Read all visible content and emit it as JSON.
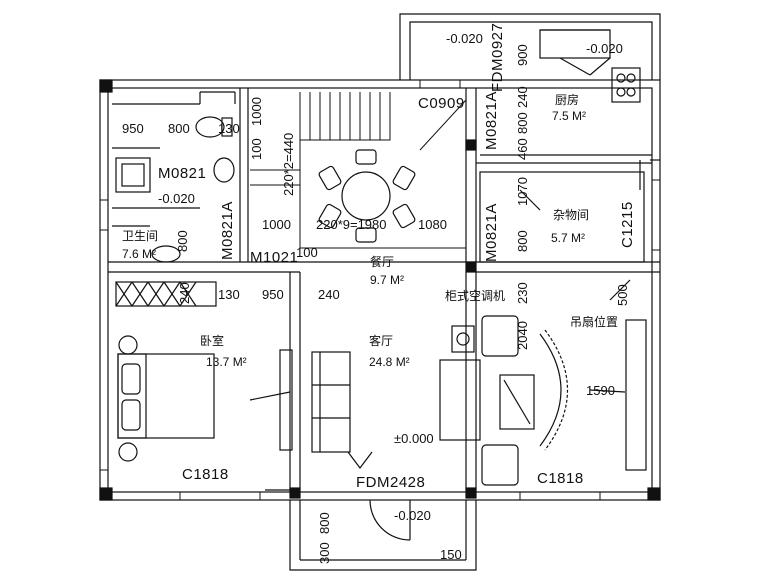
{
  "rooms": {
    "kitchen": {
      "name": "厨房",
      "area": "7.5 M²"
    },
    "storage": {
      "name": "杂物间",
      "area": "5.7 M²"
    },
    "bathroom": {
      "name": "卫生间",
      "area": "7.6 M²"
    },
    "dining": {
      "name": "餐厅",
      "area": "9.7 M²"
    },
    "bedroom": {
      "name": "卧室",
      "area": "13.7 M²"
    },
    "living": {
      "name": "客厅",
      "area": "24.8 M²"
    }
  },
  "annotations": {
    "ac": "柜式空调机",
    "fan": "吊扇位置"
  },
  "codes": {
    "c0909": "C0909",
    "c1215": "C1215",
    "c1818_left": "C1818",
    "c1818_right": "C1818",
    "fdm2428": "FDM2428",
    "m0821_bath": "M0821",
    "m0821a_left": "M0821A",
    "m0821a_kitchen": "M0821A",
    "m0821a_storage": "M0821A",
    "m1021": "M1021",
    "fdm0927": "FDM0927"
  },
  "levels": {
    "kitchen_out": "-0.020",
    "kitchen_in": "-0.020",
    "bath": "-0.020",
    "entry": "-0.020",
    "main": "±0.000"
  },
  "dims": {
    "d950_top": "950",
    "d800_top": "800",
    "d130_top": "130",
    "d1000_v": "1000",
    "d100_v": "100",
    "stair": "220*2=440",
    "d1000_h": "1000",
    "d1980": "220*9=1980",
    "d1080": "1080",
    "d800_bath": "800",
    "d100_b": "100",
    "d240_bed": "240",
    "d130_bed": "130",
    "d950_bed": "950",
    "d240_hall": "240",
    "d230": "230",
    "d2040": "2040",
    "d500": "500",
    "d1590": "1590",
    "d240_k": "240",
    "d800_k": "800",
    "d460": "460",
    "d900_k": "900",
    "d1070": "1070",
    "d800_s": "800",
    "d800_bot": "800",
    "d300_bot": "300",
    "d150_bot": "150"
  }
}
